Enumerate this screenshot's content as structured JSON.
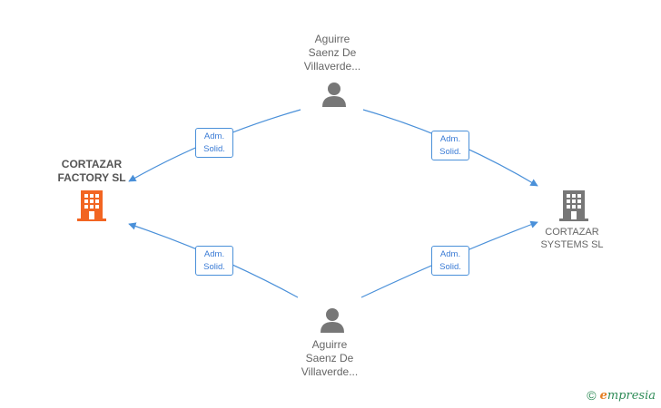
{
  "nodes": {
    "person_top": {
      "label_line1": "Aguirre",
      "label_line2": "Saenz De",
      "label_line3": "Villaverde..."
    },
    "person_bottom": {
      "label_line1": "Aguirre",
      "label_line2": "Saenz De",
      "label_line3": "Villaverde..."
    },
    "company_left": {
      "label_line1": "CORTAZAR",
      "label_line2": "FACTORY  SL"
    },
    "company_right": {
      "label_line1": "CORTAZAR",
      "label_line2": "SYSTEMS  SL"
    }
  },
  "edges": [
    {
      "line1": "Adm.",
      "line2": "Solid."
    },
    {
      "line1": "Adm.",
      "line2": "Solid."
    },
    {
      "line1": "Adm.",
      "line2": "Solid."
    },
    {
      "line1": "Adm.",
      "line2": "Solid."
    }
  ],
  "footer": {
    "copyright": "©",
    "brand_initial": "e",
    "brand_rest": "mpresia"
  },
  "colors": {
    "edge": "#4a90d9",
    "company_highlight": "#f26522",
    "company_default": "#777777",
    "person": "#777777"
  }
}
